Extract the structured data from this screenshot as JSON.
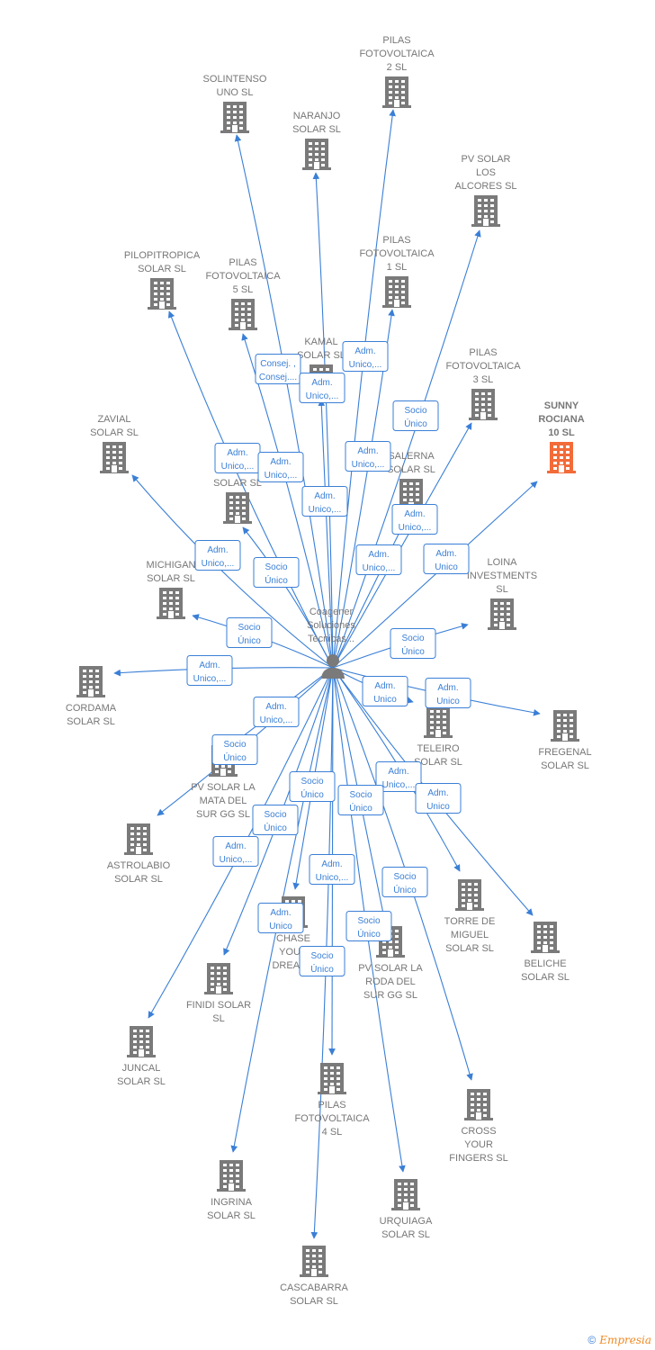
{
  "center": {
    "label": [
      "Coagener",
      "Soluciones",
      "Tecnicas..."
    ]
  },
  "companies": [
    {
      "id": "solintenso",
      "label": [
        "SOLINTENSO",
        "UNO  SL"
      ]
    },
    {
      "id": "pilas2",
      "label": [
        "PILAS",
        "FOTOVOLTAICA",
        "2  SL"
      ]
    },
    {
      "id": "naranjo",
      "label": [
        "NARANJO",
        "SOLAR  SL"
      ]
    },
    {
      "id": "pvalcores",
      "label": [
        "PV SOLAR",
        "LOS",
        "ALCORES  SL"
      ]
    },
    {
      "id": "pilopitropica",
      "label": [
        "PILOPITROPICA",
        "SOLAR  SL"
      ]
    },
    {
      "id": "pilas5",
      "label": [
        "PILAS",
        "FOTOVOLTAICA",
        "5  SL"
      ]
    },
    {
      "id": "pilas1",
      "label": [
        "PILAS",
        "FOTOVOLTAICA",
        "1  SL"
      ]
    },
    {
      "id": "kamal",
      "label": [
        "KAMAL",
        "SOLAR  SL"
      ]
    },
    {
      "id": "pilas3",
      "label": [
        "PILAS",
        "FOTOVOLTAICA",
        "3  SL"
      ]
    },
    {
      "id": "sunny",
      "label": [
        "SUNNY",
        "ROCIANA",
        "10  SL"
      ],
      "highlight": true
    },
    {
      "id": "zavial",
      "label": [
        "ZAVIAL",
        "SOLAR  SL"
      ]
    },
    {
      "id": "salerna",
      "label": [
        "SALERNA",
        "SOLAR  SL"
      ]
    },
    {
      "id": "unnamed",
      "label": [
        "SOLAR  SL"
      ]
    },
    {
      "id": "michigan",
      "label": [
        "MICHIGAN",
        "SOLAR  SL"
      ]
    },
    {
      "id": "loina",
      "label": [
        "LOINA",
        "INVESTMENTS",
        "SL"
      ]
    },
    {
      "id": "cordama",
      "label": [
        "CORDAMA",
        "SOLAR  SL"
      ]
    },
    {
      "id": "teleiro",
      "label": [
        "TELEIRO",
        "SOLAR  SL"
      ]
    },
    {
      "id": "fregenal",
      "label": [
        "FREGENAL",
        "SOLAR  SL"
      ]
    },
    {
      "id": "pvmata",
      "label": [
        "PV SOLAR LA",
        "MATA DEL",
        "SUR GG  SL"
      ]
    },
    {
      "id": "astrolabio",
      "label": [
        "ASTROLABIO",
        "SOLAR  SL"
      ]
    },
    {
      "id": "torre",
      "label": [
        "TORRE DE",
        "MIGUEL",
        "SOLAR  SL"
      ]
    },
    {
      "id": "beliche",
      "label": [
        "BELICHE",
        "SOLAR  SL"
      ]
    },
    {
      "id": "chase",
      "label": [
        "CHASE",
        "YOUR",
        "DREAMS"
      ]
    },
    {
      "id": "pvroda",
      "label": [
        "PV SOLAR LA",
        "RODA DEL",
        "SUR GG  SL"
      ]
    },
    {
      "id": "finidi",
      "label": [
        "FINIDI SOLAR",
        "SL"
      ]
    },
    {
      "id": "juncal",
      "label": [
        "JUNCAL",
        "SOLAR  SL"
      ]
    },
    {
      "id": "pilas4",
      "label": [
        "PILAS",
        "FOTOVOLTAICA",
        "4  SL"
      ]
    },
    {
      "id": "cross",
      "label": [
        "CROSS",
        "YOUR",
        "FINGERS  SL"
      ]
    },
    {
      "id": "ingrina",
      "label": [
        "INGRINA",
        "SOLAR  SL"
      ]
    },
    {
      "id": "urquiaga",
      "label": [
        "URQUIAGA",
        "SOLAR  SL"
      ]
    },
    {
      "id": "cascabarra",
      "label": [
        "CASCABARRA",
        "SOLAR  SL"
      ]
    }
  ],
  "relations": [
    {
      "target": "pilas5",
      "label": [
        "Consej. ,",
        "Consej...."
      ]
    },
    {
      "target": "pilas1",
      "label": [
        "Adm.",
        "Unico,..."
      ]
    },
    {
      "target": "kamal",
      "label": [
        "Adm.",
        "Unico,..."
      ]
    },
    {
      "target": "pvalcores",
      "label": [
        "Socio",
        "Único"
      ]
    },
    {
      "target": "pilopitropica",
      "label": [
        "Adm.",
        "Unico,..."
      ]
    },
    {
      "target": "solintenso",
      "label": [
        "Adm.",
        "Unico,..."
      ]
    },
    {
      "target": "pilas2",
      "label": [
        "Adm.",
        "Unico,..."
      ]
    },
    {
      "target": "naranjo",
      "label": [
        "Adm.",
        "Unico,..."
      ]
    },
    {
      "target": "pilas3",
      "label": [
        "Adm.",
        "Unico,..."
      ]
    },
    {
      "target": "zavial",
      "label": [
        "Adm.",
        "Unico,..."
      ]
    },
    {
      "target": "salerna",
      "label": [
        "Adm.",
        "Unico,..."
      ]
    },
    {
      "target": "sunny",
      "label": [
        "Adm.",
        "Unico"
      ]
    },
    {
      "target": "unnamed",
      "label": [
        "Socio",
        "Único"
      ]
    },
    {
      "target": "michigan",
      "label": [
        "Socio",
        "Único"
      ]
    },
    {
      "target": "loina",
      "label": [
        "Socio",
        "Único"
      ]
    },
    {
      "target": "cordama",
      "label": [
        "Adm.",
        "Unico,..."
      ]
    },
    {
      "target": "teleiro",
      "label": [
        "Adm.",
        "Unico"
      ]
    },
    {
      "target": "fregenal",
      "label": [
        "Adm.",
        "Unico"
      ]
    },
    {
      "target": "astrolabio",
      "label": [
        "Adm.",
        "Unico,..."
      ]
    },
    {
      "target": "pvmata",
      "label": [
        "Socio",
        "Único"
      ]
    },
    {
      "target": "torre",
      "label": [
        "Adm.",
        "Unico,..."
      ]
    },
    {
      "target": "beliche",
      "label": [
        "Adm.",
        "Unico"
      ]
    },
    {
      "target": "chase",
      "label": [
        "Socio",
        "Único"
      ]
    },
    {
      "target": "pvroda",
      "label": [
        "Socio",
        "Único"
      ]
    },
    {
      "target": "finidi",
      "label": [
        "Socio",
        "Único"
      ]
    },
    {
      "target": "juncal",
      "label": [
        "Adm.",
        "Unico,..."
      ]
    },
    {
      "target": "pilas4",
      "label": [
        "Adm.",
        "Unico,..."
      ]
    },
    {
      "target": "cross",
      "label": [
        "Socio",
        "Único"
      ]
    },
    {
      "target": "ingrina",
      "label": [
        "Adm.",
        "Unico"
      ]
    },
    {
      "target": "urquiaga",
      "label": [
        "Socio",
        "Único"
      ]
    },
    {
      "target": "cascabarra",
      "label": [
        "Socio",
        "Único"
      ]
    }
  ],
  "colors": {
    "edge": "#3a7fd6",
    "building": "#7a7a7a",
    "highlight": "#f26b38",
    "person": "#7a7a7a"
  },
  "footer": {
    "copyright": "©",
    "brand": "Empresia"
  }
}
